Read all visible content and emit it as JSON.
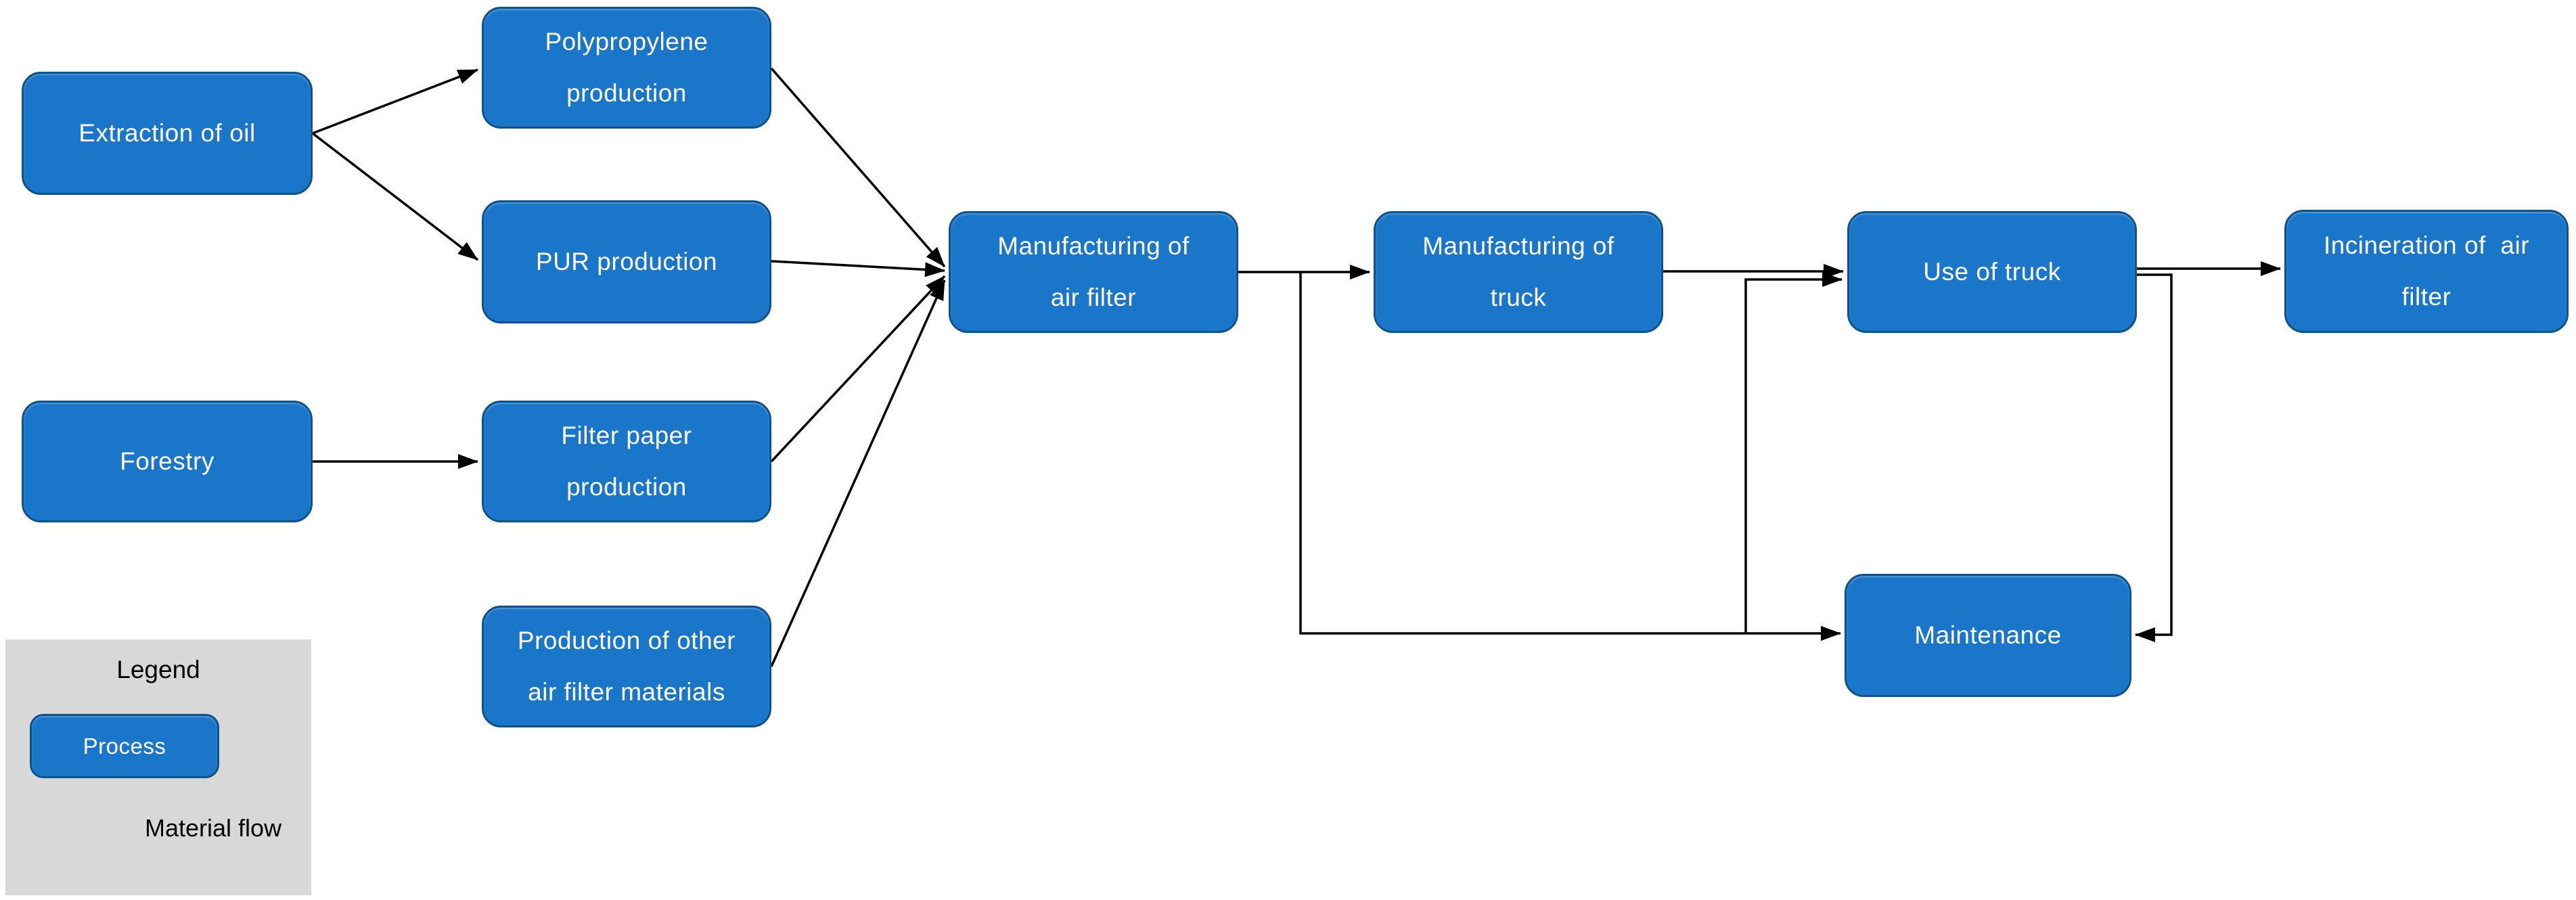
{
  "diagram": {
    "type": "process-flow",
    "nodes": {
      "extraction_oil": "Extraction of oil",
      "polypropylene_production": "Polypropylene\nproduction",
      "pur_production": "PUR production",
      "forestry": "Forestry",
      "filter_paper_production": "Filter paper\nproduction",
      "other_materials_production": "Production of other\nair filter materials",
      "manufacturing_air_filter": "Manufacturing of\nair filter",
      "manufacturing_truck": "Manufacturing of\ntruck",
      "use_of_truck": "Use of truck",
      "incineration_air_filter": "Incineration of  air\nfilter",
      "maintenance": "Maintenance"
    },
    "edges": [
      {
        "from": "extraction_oil",
        "to": "polypropylene_production"
      },
      {
        "from": "extraction_oil",
        "to": "pur_production"
      },
      {
        "from": "forestry",
        "to": "filter_paper_production"
      },
      {
        "from": "polypropylene_production",
        "to": "manufacturing_air_filter"
      },
      {
        "from": "pur_production",
        "to": "manufacturing_air_filter"
      },
      {
        "from": "filter_paper_production",
        "to": "manufacturing_air_filter"
      },
      {
        "from": "other_materials_production",
        "to": "manufacturing_air_filter"
      },
      {
        "from": "manufacturing_air_filter",
        "to": "manufacturing_truck"
      },
      {
        "from": "manufacturing_air_filter",
        "to": "maintenance"
      },
      {
        "from": "manufacturing_air_filter",
        "to": "use_of_truck"
      },
      {
        "from": "manufacturing_truck",
        "to": "use_of_truck"
      },
      {
        "from": "use_of_truck",
        "to": "incineration_air_filter"
      },
      {
        "from": "use_of_truck",
        "to": "maintenance"
      }
    ],
    "colors": {
      "node_fill": "#1a76c9",
      "node_border": "#0d5288",
      "node_text": "#ffffff",
      "flow_line": "#000000",
      "canvas_bg": "#ffffff",
      "legend_bg": "#d8d8d8"
    }
  },
  "legend": {
    "title": "Legend",
    "process_label": "Process",
    "material_flow_label": "Material flow"
  }
}
